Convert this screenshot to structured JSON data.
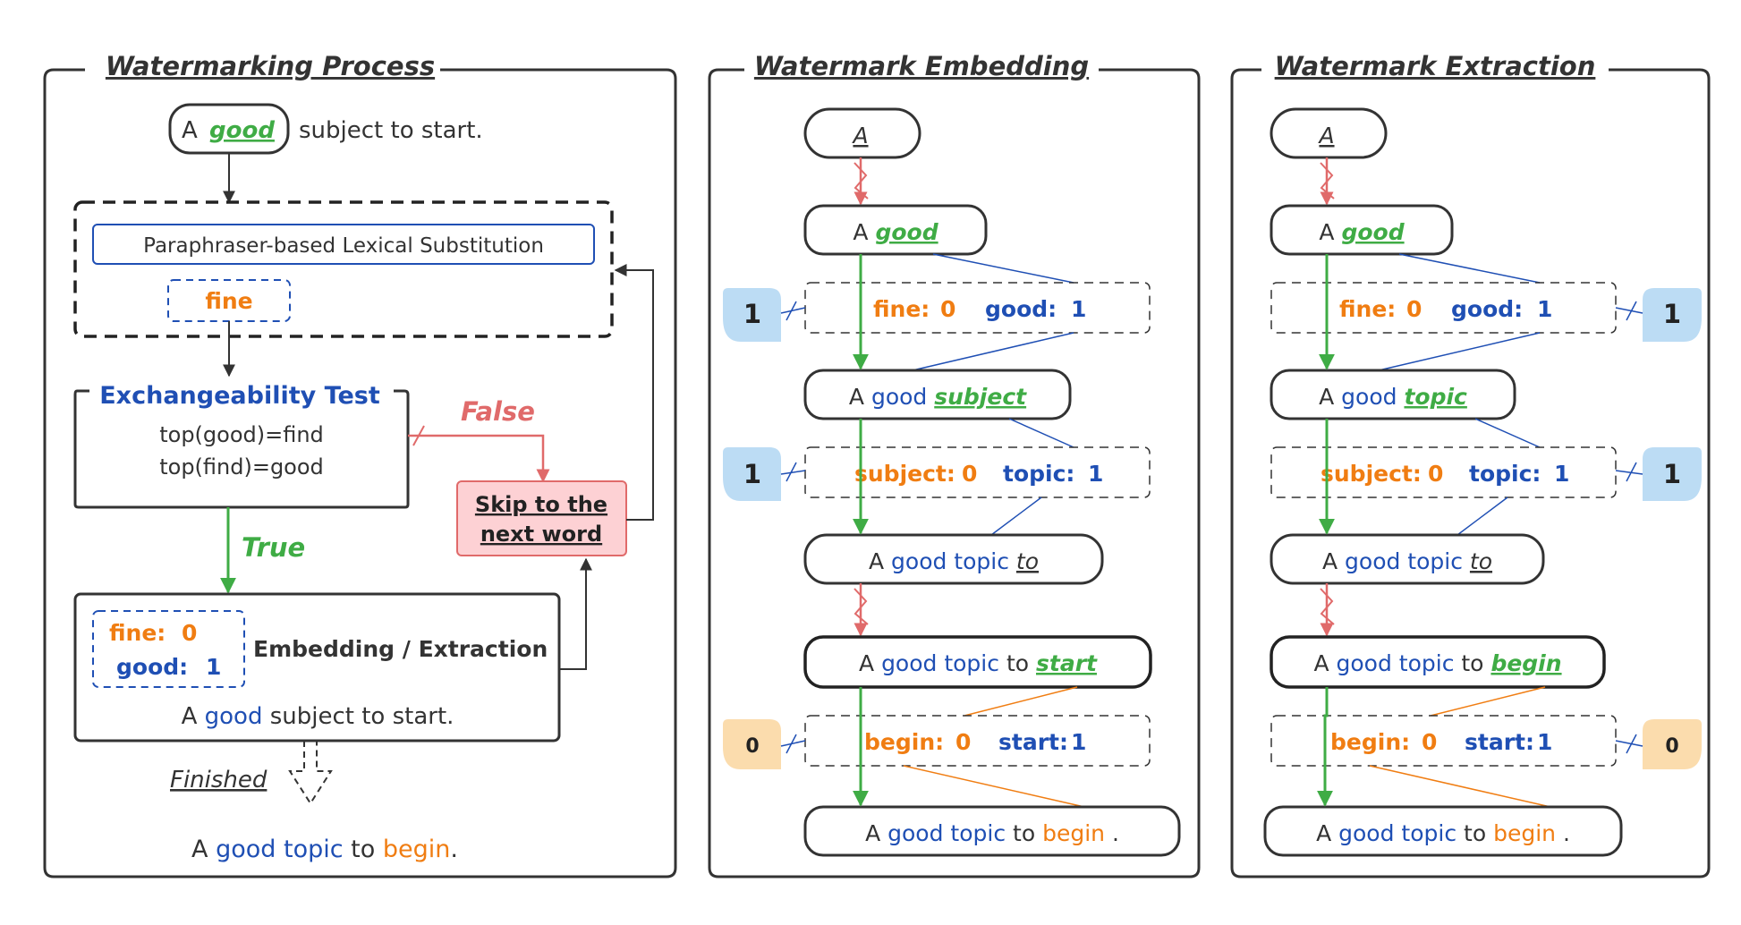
{
  "colors": {
    "orange": "#f07d12",
    "blue": "#1f4fb4",
    "green": "#3fac45",
    "red": "#e06a6a",
    "dark": "#333333",
    "pink_fill": "#fdd1d4",
    "bubble_blue": "#bcdcf4",
    "bubble_orange": "#fbdcad"
  },
  "panels": {
    "process": {
      "title": "Watermarking Process",
      "input_prefix": "A",
      "input_word": "good",
      "input_rest": "subject to start.",
      "paraphraser_label": "Paraphraser-based Lexical Substitution",
      "candidate": "fine",
      "test_title": "Exchangeability Test",
      "test_line1": "top(good)=find",
      "test_line2": "top(find)=good",
      "false_label": "False",
      "true_label": "True",
      "skip_line1": "Skip to the",
      "skip_line2": "next word",
      "embed_line1_word": "fine:",
      "embed_line1_bit": "0",
      "embed_line2_word": "good:",
      "embed_line2_bit": "1",
      "embed_label": "Embedding / Extraction",
      "embed_sentence": [
        "A ",
        "good",
        " subject to start."
      ],
      "finished_label": "Finished",
      "output": [
        "A ",
        "good topic",
        " to ",
        "begin",
        "."
      ]
    },
    "embedding": {
      "title": "Watermark Embedding",
      "n1": "A",
      "n2": [
        "A ",
        "good"
      ],
      "p1": [
        "fine:",
        "0",
        "good:",
        "1"
      ],
      "b1": "1",
      "n3": [
        "A ",
        "good ",
        "subject"
      ],
      "p2": [
        "subject:",
        "0",
        "topic:",
        "1"
      ],
      "b2": "1",
      "n4": [
        "A ",
        "good topic ",
        "to"
      ],
      "n5": [
        "A ",
        "good topic",
        " to ",
        "start"
      ],
      "p3": [
        "begin:",
        "0",
        "start:",
        "1"
      ],
      "b3": "0",
      "n6": [
        "A ",
        "good topic",
        " to ",
        "begin",
        " ."
      ]
    },
    "extraction": {
      "title": "Watermark Extraction",
      "n1": "A",
      "n2": [
        "A ",
        "good"
      ],
      "p1": [
        "fine:",
        "0",
        "good:",
        "1"
      ],
      "b1": "1",
      "n3": [
        "A ",
        "good ",
        "topic"
      ],
      "p2": [
        "subject:",
        "0",
        "topic:",
        "1"
      ],
      "b2": "1",
      "n4": [
        "A ",
        "good topic ",
        "to"
      ],
      "n5": [
        "A ",
        "good topic",
        " to ",
        "begin"
      ],
      "p3": [
        "begin:",
        "0",
        "start:",
        "1"
      ],
      "b3": "0",
      "n6": [
        "A ",
        "good topic",
        " to ",
        "begin",
        " ."
      ]
    }
  }
}
